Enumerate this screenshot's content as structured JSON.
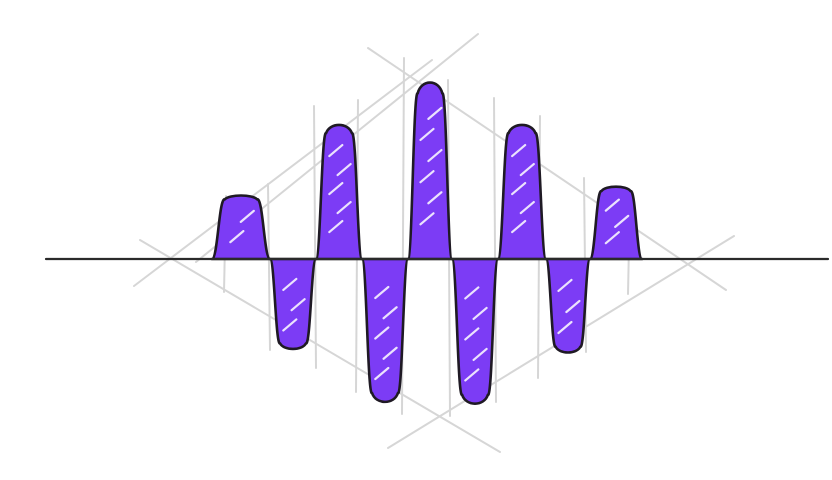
{
  "diagram": {
    "kind": "wave-packet-sketch",
    "colors": {
      "fill": "#7c3cf5",
      "outline": "#1f1a24",
      "axis": "#2a2a2a",
      "guide": "#d6d6d6",
      "hatch": "#ffffff",
      "background": "#ffffff"
    },
    "lobes": [
      {
        "polarity": "positive",
        "relative_amplitude": 0.36
      },
      {
        "polarity": "negative",
        "relative_amplitude": 0.51
      },
      {
        "polarity": "positive",
        "relative_amplitude": 0.76
      },
      {
        "polarity": "negative",
        "relative_amplitude": 0.81
      },
      {
        "polarity": "positive",
        "relative_amplitude": 1.0
      },
      {
        "polarity": "negative",
        "relative_amplitude": 0.82
      },
      {
        "polarity": "positive",
        "relative_amplitude": 0.76
      },
      {
        "polarity": "negative",
        "relative_amplitude": 0.53
      },
      {
        "polarity": "positive",
        "relative_amplitude": 0.41
      }
    ]
  }
}
